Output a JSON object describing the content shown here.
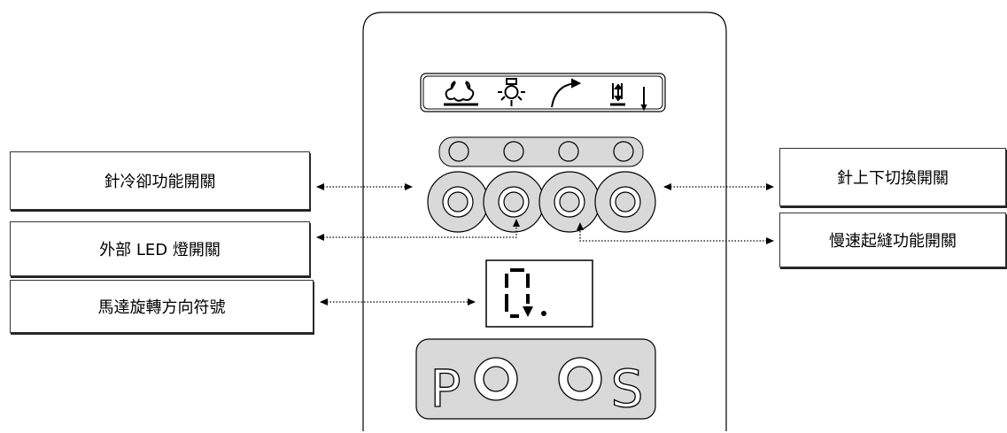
{
  "labels": {
    "needle_cooling": "針冷卻功能開關",
    "external_led": "外部 LED 燈開關",
    "motor_direction": "馬達旋轉方向符號",
    "needle_up_down": "針上下切換開關",
    "slow_start": "慢速起縫功能開關"
  },
  "display": {
    "digit": "0",
    "dot": "."
  },
  "bottom_panel": {
    "p_key": "P",
    "s_key": "S"
  },
  "colors": {
    "button_fill": "#d9d9d9",
    "panel_border": "#000000",
    "arrow": "#000000"
  }
}
